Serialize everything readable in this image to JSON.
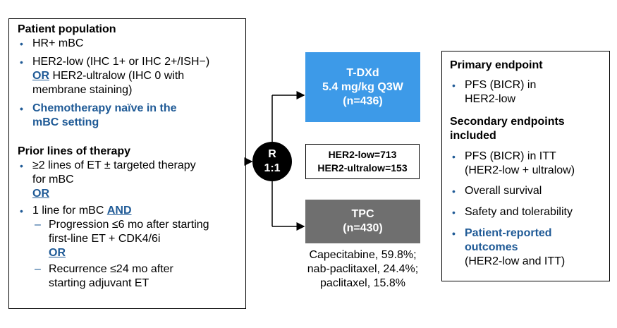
{
  "left": {
    "population_heading": "Patient population",
    "pop1": "HR+ mBC",
    "pop2_line1": "HER2-low (IHC 1+ or IHC 2+/ISH−)",
    "pop2_or": "OR",
    "pop2_rest": "HER2-ultralow (IHC 0 with",
    "pop2_line3": "membrane staining)",
    "pop3_line1": "Chemotherapy naïve in the",
    "pop3_line2": "mBC setting",
    "prior_heading": "Prior lines of therapy",
    "prior1_line1": "≥2 lines of ET ± targeted therapy",
    "prior1_line2": "for mBC",
    "or1": "OR",
    "prior2_text": "1 line for mBC",
    "prior2_and": "AND",
    "sub1_line1": "Progression ≤6 mo after starting",
    "sub1_line2": "first-line ET + CDK4/6i",
    "or2": "OR",
    "sub2_line1": "Recurrence ≤24 mo after",
    "sub2_line2": "starting adjuvant ET"
  },
  "randomization": {
    "line1": "R",
    "line2": "1:1"
  },
  "arm_tdxd": {
    "line1": "T-DXd",
    "line2": "5.4 mg/kg Q3W",
    "line3": "(n=436)"
  },
  "counts": {
    "line1": "HER2-low=713",
    "line2": "HER2-ultralow=153"
  },
  "arm_tpc": {
    "line1": "TPC",
    "line2": "(n=430)"
  },
  "tpc_breakdown": {
    "line1": "Capecitabine, 59.8%;",
    "line2": "nab-paclitaxel, 24.4%;",
    "line3": "paclitaxel, 15.8%"
  },
  "right": {
    "primary_heading": "Primary endpoint",
    "primary1_line1": "PFS (BICR) in",
    "primary1_line2": "HER2-low",
    "secondary_heading_line1": "Secondary endpoints",
    "secondary_heading_line2": "included",
    "sec1_line1": "PFS (BICR) in ITT",
    "sec1_line2": "(HER2-low + ultralow)",
    "sec2": "Overall survival",
    "sec3": "Safety and tolerability",
    "sec4_line1": "Patient-reported",
    "sec4_line2": "outcomes",
    "sec4_line3": "(HER2-low and ITT)"
  },
  "colors": {
    "tdxd": "#3d9ae8",
    "tpc": "#6f6f6f",
    "accent_blue": "#1f5a96"
  }
}
